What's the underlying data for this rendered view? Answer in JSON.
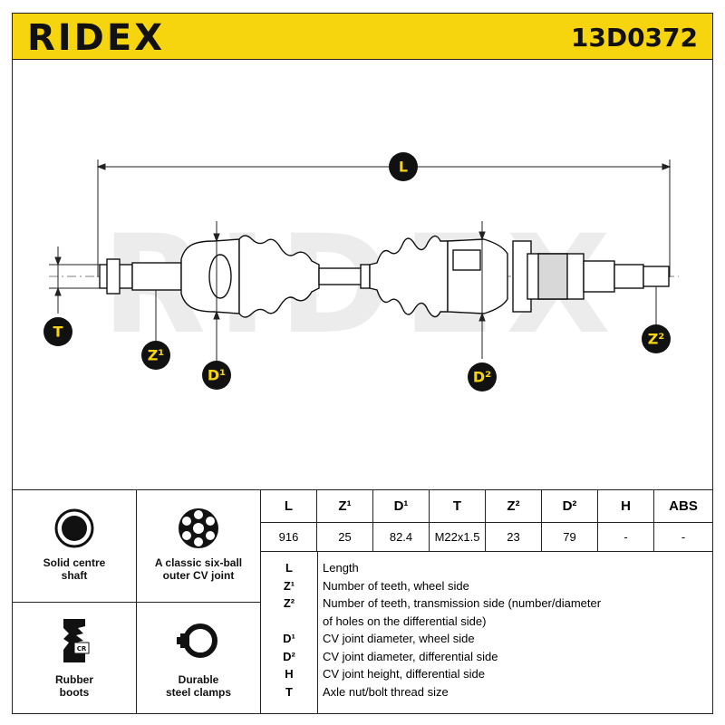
{
  "header": {
    "brand": "RIDEX",
    "part_number": "13D0372"
  },
  "drawing": {
    "watermark": "RIDEX",
    "labels": {
      "L": "L",
      "T": "T",
      "Z1": "Z¹",
      "D1": "D¹",
      "D2": "D²",
      "Z2": "Z²"
    }
  },
  "features": [
    {
      "label1": "Solid centre",
      "label2": "shaft",
      "icon": "solid-shaft-icon"
    },
    {
      "label1": "A classic six-ball",
      "label2": "outer CV joint",
      "icon": "six-ball-joint-icon"
    },
    {
      "label1": "Rubber",
      "label2": "boots",
      "icon": "rubber-boot-icon"
    },
    {
      "label1": "Durable",
      "label2": "steel clamps",
      "icon": "steel-clamp-icon"
    }
  ],
  "spec_table": {
    "headers": [
      "L",
      "Z¹",
      "D¹",
      "T",
      "Z²",
      "D²",
      "H",
      "ABS"
    ],
    "values": [
      "916",
      "25",
      "82.4",
      "M22x1.5",
      "23",
      "79",
      "-",
      "-"
    ]
  },
  "legend": [
    {
      "key": "L",
      "desc": "Length"
    },
    {
      "key": "Z¹",
      "desc": "Number of teeth, wheel side"
    },
    {
      "key": "Z²",
      "desc": "Number of teeth, transmission side (number/diameter"
    },
    {
      "key": "",
      "desc": "of holes on the differential side)"
    },
    {
      "key": "D¹",
      "desc": "CV joint diameter, wheel side"
    },
    {
      "key": "D²",
      "desc": "CV joint diameter, differential side"
    },
    {
      "key": "H",
      "desc": "CV joint height, differential side"
    },
    {
      "key": "T",
      "desc": "Axle nut/bolt thread size"
    }
  ],
  "colors": {
    "accent": "#f6d40e",
    "ink": "#111111",
    "watermark": "#e9e9e9"
  }
}
